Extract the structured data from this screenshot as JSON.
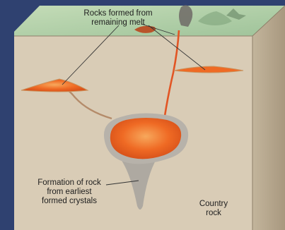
{
  "labels": {
    "rocks_melt_line1": "Rocks formed from",
    "rocks_melt_line2": "remaining melt",
    "crystals_line1": "Formation of rock",
    "crystals_line2": "from earliest",
    "crystals_line3": "formed crystals",
    "country_line1": "Country",
    "country_line2": "rock"
  },
  "colors": {
    "background": "#2f4170",
    "block_front": "#d9ccb6",
    "block_side": "#b3a58d",
    "surface_top": "#a9cba0",
    "magma": "#ef6a24",
    "magma_core": "#f59a4e",
    "crystal_zone": "#a9a59f"
  }
}
